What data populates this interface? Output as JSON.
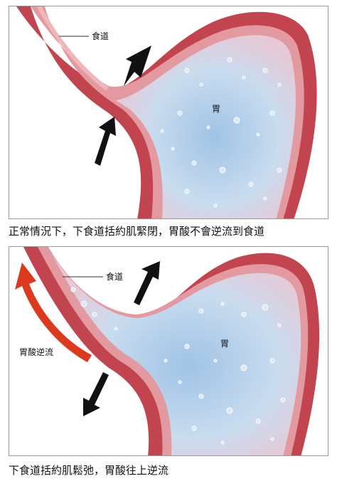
{
  "panels": [
    {
      "label_esophagus": "食道",
      "label_stomach": "胃",
      "caption": "正常情況下，下食道括約肌緊閉，胃酸不會逆流到食道"
    },
    {
      "label_esophagus": "食道",
      "label_stomach": "胃",
      "label_reflux": "胃酸逆流",
      "caption": "下食道括約肌鬆弛，胃酸往上逆流"
    }
  ],
  "colors": {
    "wall": "#c2444f",
    "wall_dark": "#8f2a34",
    "lining": "#e9a2a6",
    "acid": "#b8d2ec",
    "acid_light": "#e4eef8",
    "arrow": "#111111",
    "reflux_arrow": "#dc3a1e"
  }
}
